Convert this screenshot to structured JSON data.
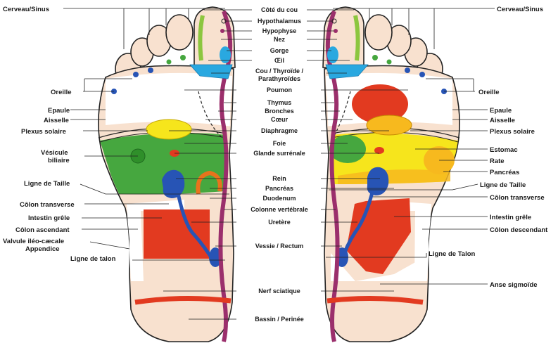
{
  "colors": {
    "skin": "#f8e1cf",
    "white": "#ffffff",
    "green": "#46a73f",
    "yellow": "#f6e51c",
    "orange": "#f7b91e",
    "red": "#e23a20",
    "blue": "#2754b5",
    "spine": "#9b2f6c",
    "cyan": "#29a8e0",
    "lime": "#8cc63f"
  },
  "labels": {
    "cerveau_sinus": "Cerveau/Sinus",
    "cote_du_cou": "Côté du cou",
    "hypothalamus": "Hypothalamus",
    "hypophyse": "Hypophyse",
    "nez": "Nez",
    "gorge": "Gorge",
    "oeil": "Œil",
    "cou_thyroide_1": "Cou / Thyroïde /",
    "cou_thyroide_2": "Parathyroïdes",
    "poumon": "Poumon",
    "thymus": "Thymus",
    "bronches": "Bronches",
    "coeur": "Cœur",
    "diaphragme": "Diaphragme",
    "foie": "Foie",
    "glande_surrenale": "Glande surrénale",
    "rein": "Rein",
    "pancreas": "Pancréas",
    "duodenum": "Duodenum",
    "colonne": "Colonne vertébrale",
    "uretere": "Uretère",
    "vessie": "Vessie / Rectum",
    "nerf": "Nerf sciatique",
    "bassin": "Bassin / Perinée",
    "oreille": "Oreille",
    "epaule": "Epaule",
    "aisselle": "Aisselle",
    "plexus": "Plexus solaire",
    "vesicule_1": "Vésicule",
    "vesicule_2": "biliaire",
    "ligne_taille_l": "Ligne de Taille",
    "colon_transverse_l": "Côlon transverse",
    "intestin_l": "Intestin grêle",
    "colon_ascendant": "Côlon ascendant",
    "valvule": "Valvule iléo-cæcale",
    "appendice": "Appendice",
    "ligne_talon_l": "Ligne de talon",
    "estomac": "Estomac",
    "rate": "Rate",
    "pancreas_r": "Pancréas",
    "ligne_taille_r": "Ligne de Taille",
    "colon_transverse_r": "Côlon transverse",
    "intestin_r": "Intestin grêle",
    "colon_descendant": "Côlon descendant",
    "ligne_talon_r": "Ligne de Talon",
    "anse": "Anse sigmoïde"
  }
}
